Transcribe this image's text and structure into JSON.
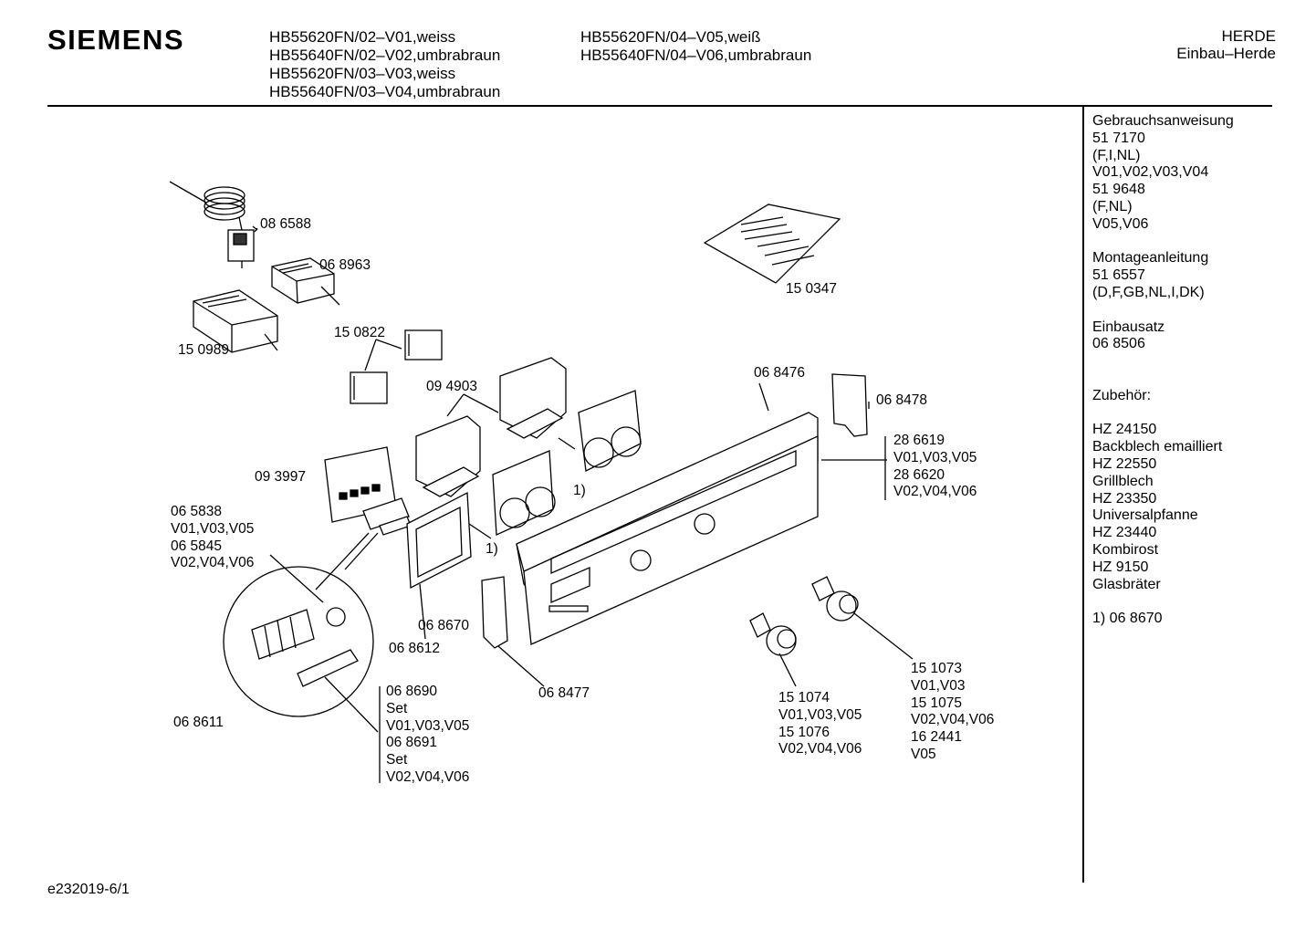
{
  "header": {
    "brand": "SIEMENS",
    "models_col1": [
      "HB55620FN/02–V01,weiss",
      "HB55640FN/02–V02,umbrabraun",
      "HB55620FN/03–V03,weiss",
      "HB55640FN/03–V04,umbrabraun"
    ],
    "models_col2": [
      "HB55620FN/04–V05,weiß",
      "HB55640FN/04–V06,umbrabraun"
    ],
    "category": "HERDE",
    "subcategory": "Einbau–Herde"
  },
  "sidebar": {
    "lines": [
      "Gebrauchsanweisung",
      "51 7170",
      "(F,I,NL)",
      "V01,V02,V03,V04",
      "51 9648",
      "(F,NL)",
      "V05,V06",
      "",
      "Montageanleitung",
      "51 6557",
      "(D,F,GB,NL,I,DK)",
      "",
      "Einbausatz",
      "06 8506",
      "",
      "",
      "Zubehör:",
      "",
      "HZ 24150",
      "Backblech emailliert",
      "HZ 22550",
      "Grillblech",
      "HZ 23350",
      "Universalpfanne",
      "HZ 23440",
      "Kombirost",
      "HZ 9150",
      "Glasbräter",
      "",
      "1)  06 8670"
    ]
  },
  "labels": {
    "p086588": "08 6588",
    "p068963": "06 8963",
    "p150989": "15 0989",
    "p150822": "15 0822",
    "p150347": "15 0347",
    "p094903": "09 4903",
    "p068476": "06 8476",
    "p068478": "06 8478",
    "p286619": [
      "28 6619",
      "V01,V03,V05",
      "28 6620",
      "V02,V04,V06"
    ],
    "p093997": "09 3997",
    "p065838": [
      "06 5838",
      "V01,V03,V05",
      "06 5845",
      "V02,V04,V06"
    ],
    "note1a": "1)",
    "note1b": "1)",
    "p068670": "06 8670",
    "p068612": "06 8612",
    "p068477": "06 8477",
    "p068611": "06 8611",
    "p068690": [
      "06 8690",
      "Set",
      "V01,V03,V05",
      "06 8691",
      "Set",
      "V02,V04,V06"
    ],
    "p151074": [
      "15 1074",
      "V01,V03,V05",
      "15 1076",
      "V02,V04,V06"
    ],
    "p151073": [
      "15 1073",
      "V01,V03",
      "15 1075",
      "V02,V04,V06",
      "16 2441",
      "V05"
    ]
  },
  "footer": {
    "code": "e232019-6/1"
  }
}
